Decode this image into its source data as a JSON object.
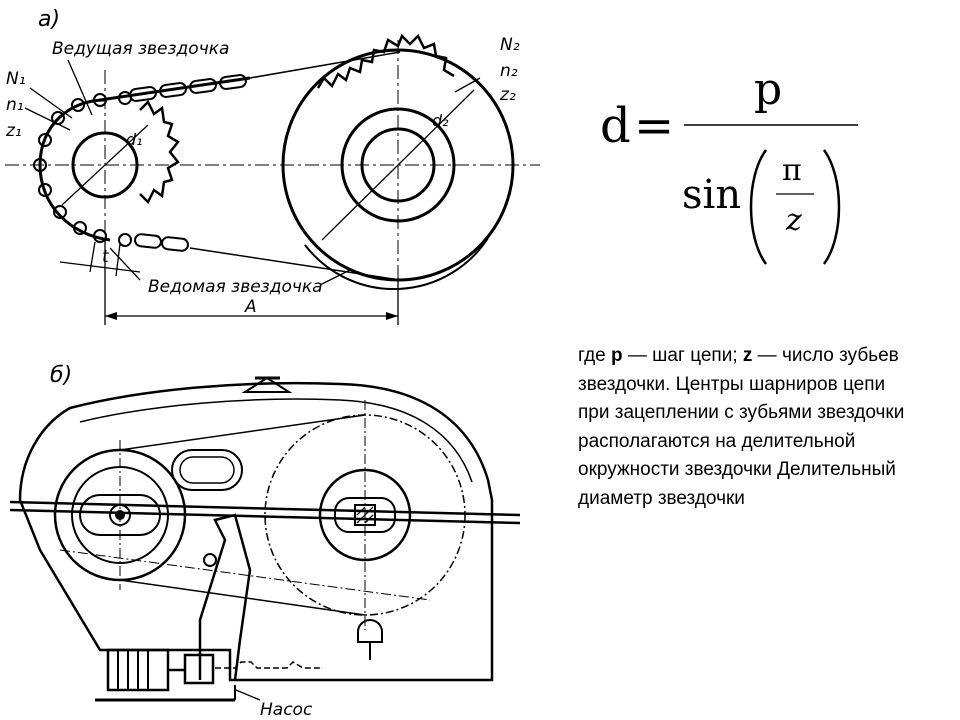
{
  "labels": {
    "fig_a": "а)",
    "fig_b": "б)",
    "driving_sprocket": "Ведущая звездочка",
    "driven_sprocket": "Ведомая звездочка",
    "N1": "N₁",
    "n1": "n₁",
    "z1": "z₁",
    "N2": "N₂",
    "n2": "n₂",
    "z2": "z₂",
    "d1": "d₁",
    "d2": "d₂",
    "t": "t",
    "A": "A",
    "pump": "Насос"
  },
  "formula": {
    "lhs": "d",
    "eq": "=",
    "numerator": "p",
    "func": "sin",
    "pi": "π",
    "z": "z"
  },
  "caption": {
    "w1": "где ",
    "p": "p",
    "w2": " — шаг цепи; ",
    "z": "z",
    "w3": " — число зубьев звездочки. Центры шарниров цепи при зацеплении с зубьями звездочки располагаются на делительной окружности звездочки Делительный диаметр звездочки"
  }
}
